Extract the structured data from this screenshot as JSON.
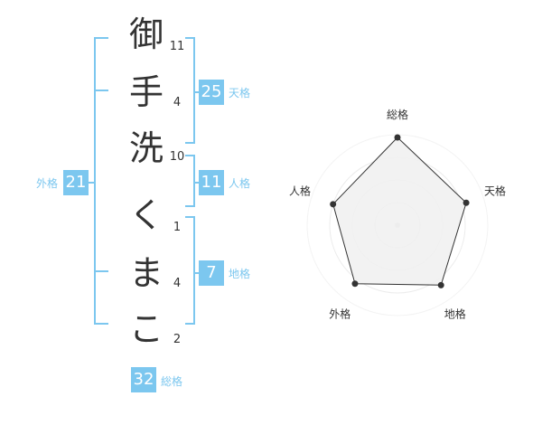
{
  "name_chars": [
    {
      "char": "御",
      "strokes": "11"
    },
    {
      "char": "手",
      "strokes": "4"
    },
    {
      "char": "洗",
      "strokes": "10"
    },
    {
      "char": "く",
      "strokes": "1"
    },
    {
      "char": "ま",
      "strokes": "4"
    },
    {
      "char": "こ",
      "strokes": "2"
    }
  ],
  "fortunes": {
    "tenkaku": {
      "value": "25",
      "label": "天格"
    },
    "jinkaku": {
      "value": "11",
      "label": "人格"
    },
    "chikaku": {
      "value": "7",
      "label": "地格"
    },
    "gaikaku": {
      "value": "21",
      "label": "外格"
    },
    "soukaku": {
      "value": "32",
      "label": "総格"
    }
  },
  "colors": {
    "accent": "#7cc7ef",
    "text": "#333333",
    "radar_line": "#333333"
  },
  "chart_data": {
    "type": "radar",
    "axes": [
      "総格",
      "天格",
      "地格",
      "外格",
      "人格"
    ],
    "values": [
      0.97,
      0.8,
      0.82,
      0.8,
      0.75
    ],
    "value_note_units": "fraction of outer ring",
    "rings": 4,
    "grid": true
  }
}
